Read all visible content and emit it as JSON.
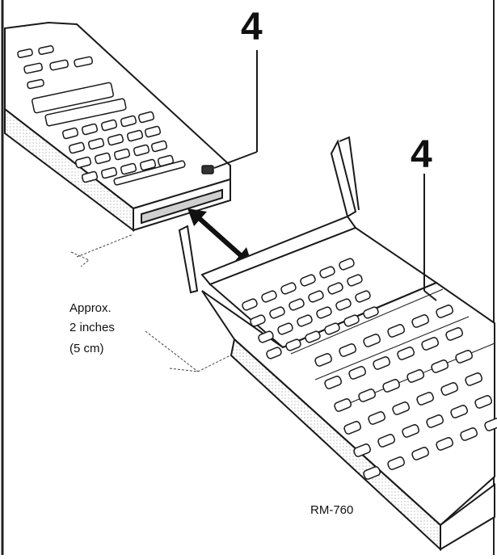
{
  "diagram": {
    "step_label_top": "4",
    "step_label_right": "4",
    "distance_line1": "Approx.",
    "distance_line2": "2 inches",
    "distance_line3": "(5 cm)",
    "model_label": "RM-760"
  },
  "colors": {
    "ink": "#1a1a1a",
    "paper": "#ffffff",
    "shade": "#d9d9d9"
  },
  "icons": [
    "left-remote-icon",
    "learning-remote-rm760-icon",
    "double-arrow-icon"
  ]
}
